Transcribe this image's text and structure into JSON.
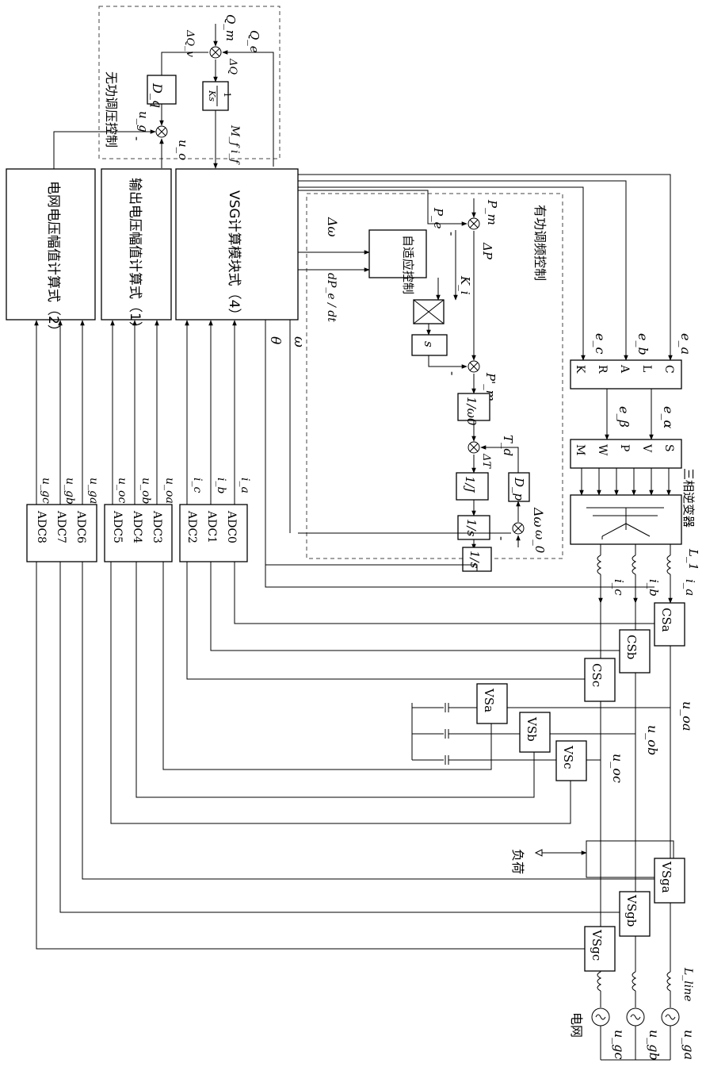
{
  "diagram": {
    "reactive_control": {
      "title": "无功调压控制",
      "Qm": "Q_m",
      "Qe": "Q_e",
      "dQv": "ΔQ_v",
      "dQ": "ΔQ",
      "Dq": "D_q",
      "int_num": "1",
      "int_den": "Ks",
      "Mfif": "M_f i_f",
      "ug": "u_g",
      "uo": "u_o",
      "minus": "-"
    },
    "blocks": {
      "grid_amp": "电网电压幅值计算式（2）",
      "out_amp": "输出电压幅值计算式（1）",
      "vsg": "VSG计算模块式（4）"
    },
    "active_control": {
      "title": "有功调频控制",
      "Pm": "P_m",
      "Pe": "P_e",
      "dP": "ΔP",
      "dw": "Δω",
      "dPe": "dP_e / dt",
      "adaptive": "自适应控制",
      "Ki": "K_i",
      "s": "s",
      "Pm2": "P'_m",
      "inv_w0": "1/ω0",
      "Td": "T_d",
      "dT": "ΔT",
      "inv_J": "1/J",
      "Dp": "D_p",
      "inv_s1": "1/s",
      "inv_s2": "1/s",
      "dw2": "Δω",
      "w0": "ω_0",
      "theta": "θ",
      "omega": "ω"
    },
    "adc": {
      "group1": [
        "ADC0",
        "ADC1",
        "ADC2"
      ],
      "group1_in": [
        "i_a",
        "i_b",
        "i_c"
      ],
      "group2": [
        "ADC3",
        "ADC4",
        "ADC5"
      ],
      "group2_in": [
        "u_oa",
        "u_ob",
        "u_oc"
      ],
      "group3": [
        "ADC6",
        "ADC7",
        "ADC8"
      ],
      "group3_in": [
        "u_ga",
        "u_gb",
        "u_gc"
      ]
    },
    "clark": {
      "letters": [
        "C",
        "L",
        "A",
        "R",
        "K"
      ],
      "in": [
        "e_a",
        "e_b",
        "e_c"
      ],
      "out": [
        "e_α",
        "e_β"
      ]
    },
    "svpwm": {
      "letters": [
        "S",
        "V",
        "P",
        "W",
        "M"
      ]
    },
    "inverter": {
      "label": "三相逆变器",
      "L1": "L_1",
      "ia": "i_a",
      "ib": "i_b",
      "ic": "i_c"
    },
    "sensors": {
      "cs": [
        "CSa",
        "CSb",
        "CSc"
      ],
      "vs": [
        "VSa",
        "VSb",
        "VSc"
      ],
      "vsg": [
        "VSga",
        "VSgb",
        "VSgc"
      ]
    },
    "outputs": {
      "uoa": "u_oa",
      "uob": "u_ob",
      "uoc": "u_oc"
    },
    "load": "负荷",
    "grid": {
      "label": "电网",
      "Lline": "L_line",
      "uga": "u_ga",
      "ugb": "u_gb",
      "ugc": "u_gc"
    }
  }
}
